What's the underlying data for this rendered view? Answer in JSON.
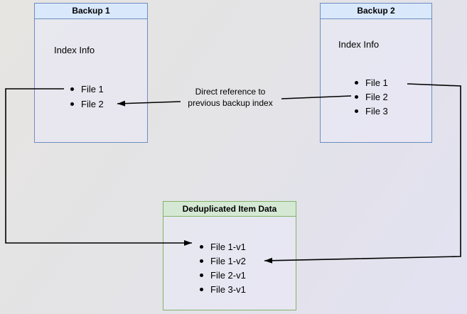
{
  "diagram": {
    "background_from": "#e7e5e2",
    "background_to": "#e2e2f2",
    "arrow_color": "#000000",
    "nodes": {
      "backup1": {
        "title": "Backup 1",
        "subtitle": "Index Info",
        "items": [
          "File 1",
          "File 2"
        ],
        "header_fill": "#dae8fc",
        "border_color": "#6c8ebf"
      },
      "backup2": {
        "title": "Backup 2",
        "subtitle": "Index Info",
        "items": [
          "File 1",
          "File 2",
          "File 3"
        ],
        "header_fill": "#dae8fc",
        "border_color": "#6c8ebf"
      },
      "dedup": {
        "title": "Deduplicated Item Data",
        "items": [
          "File 1-v1",
          "File 1-v2",
          "File 2-v1",
          "File 3-v1"
        ],
        "header_fill": "#d5e8d4",
        "border_color": "#82b366"
      }
    },
    "edges": {
      "reference_label_line1": "Direct reference to",
      "reference_label_line2": "previous backup index",
      "arrows": [
        {
          "from": "backup1.File 1",
          "to": "dedup.File 1-v1"
        },
        {
          "from": "backup2.File 1",
          "to": "dedup.File 1-v2"
        },
        {
          "from": "backup2.File 2",
          "to": "backup1.File 2"
        }
      ]
    }
  }
}
